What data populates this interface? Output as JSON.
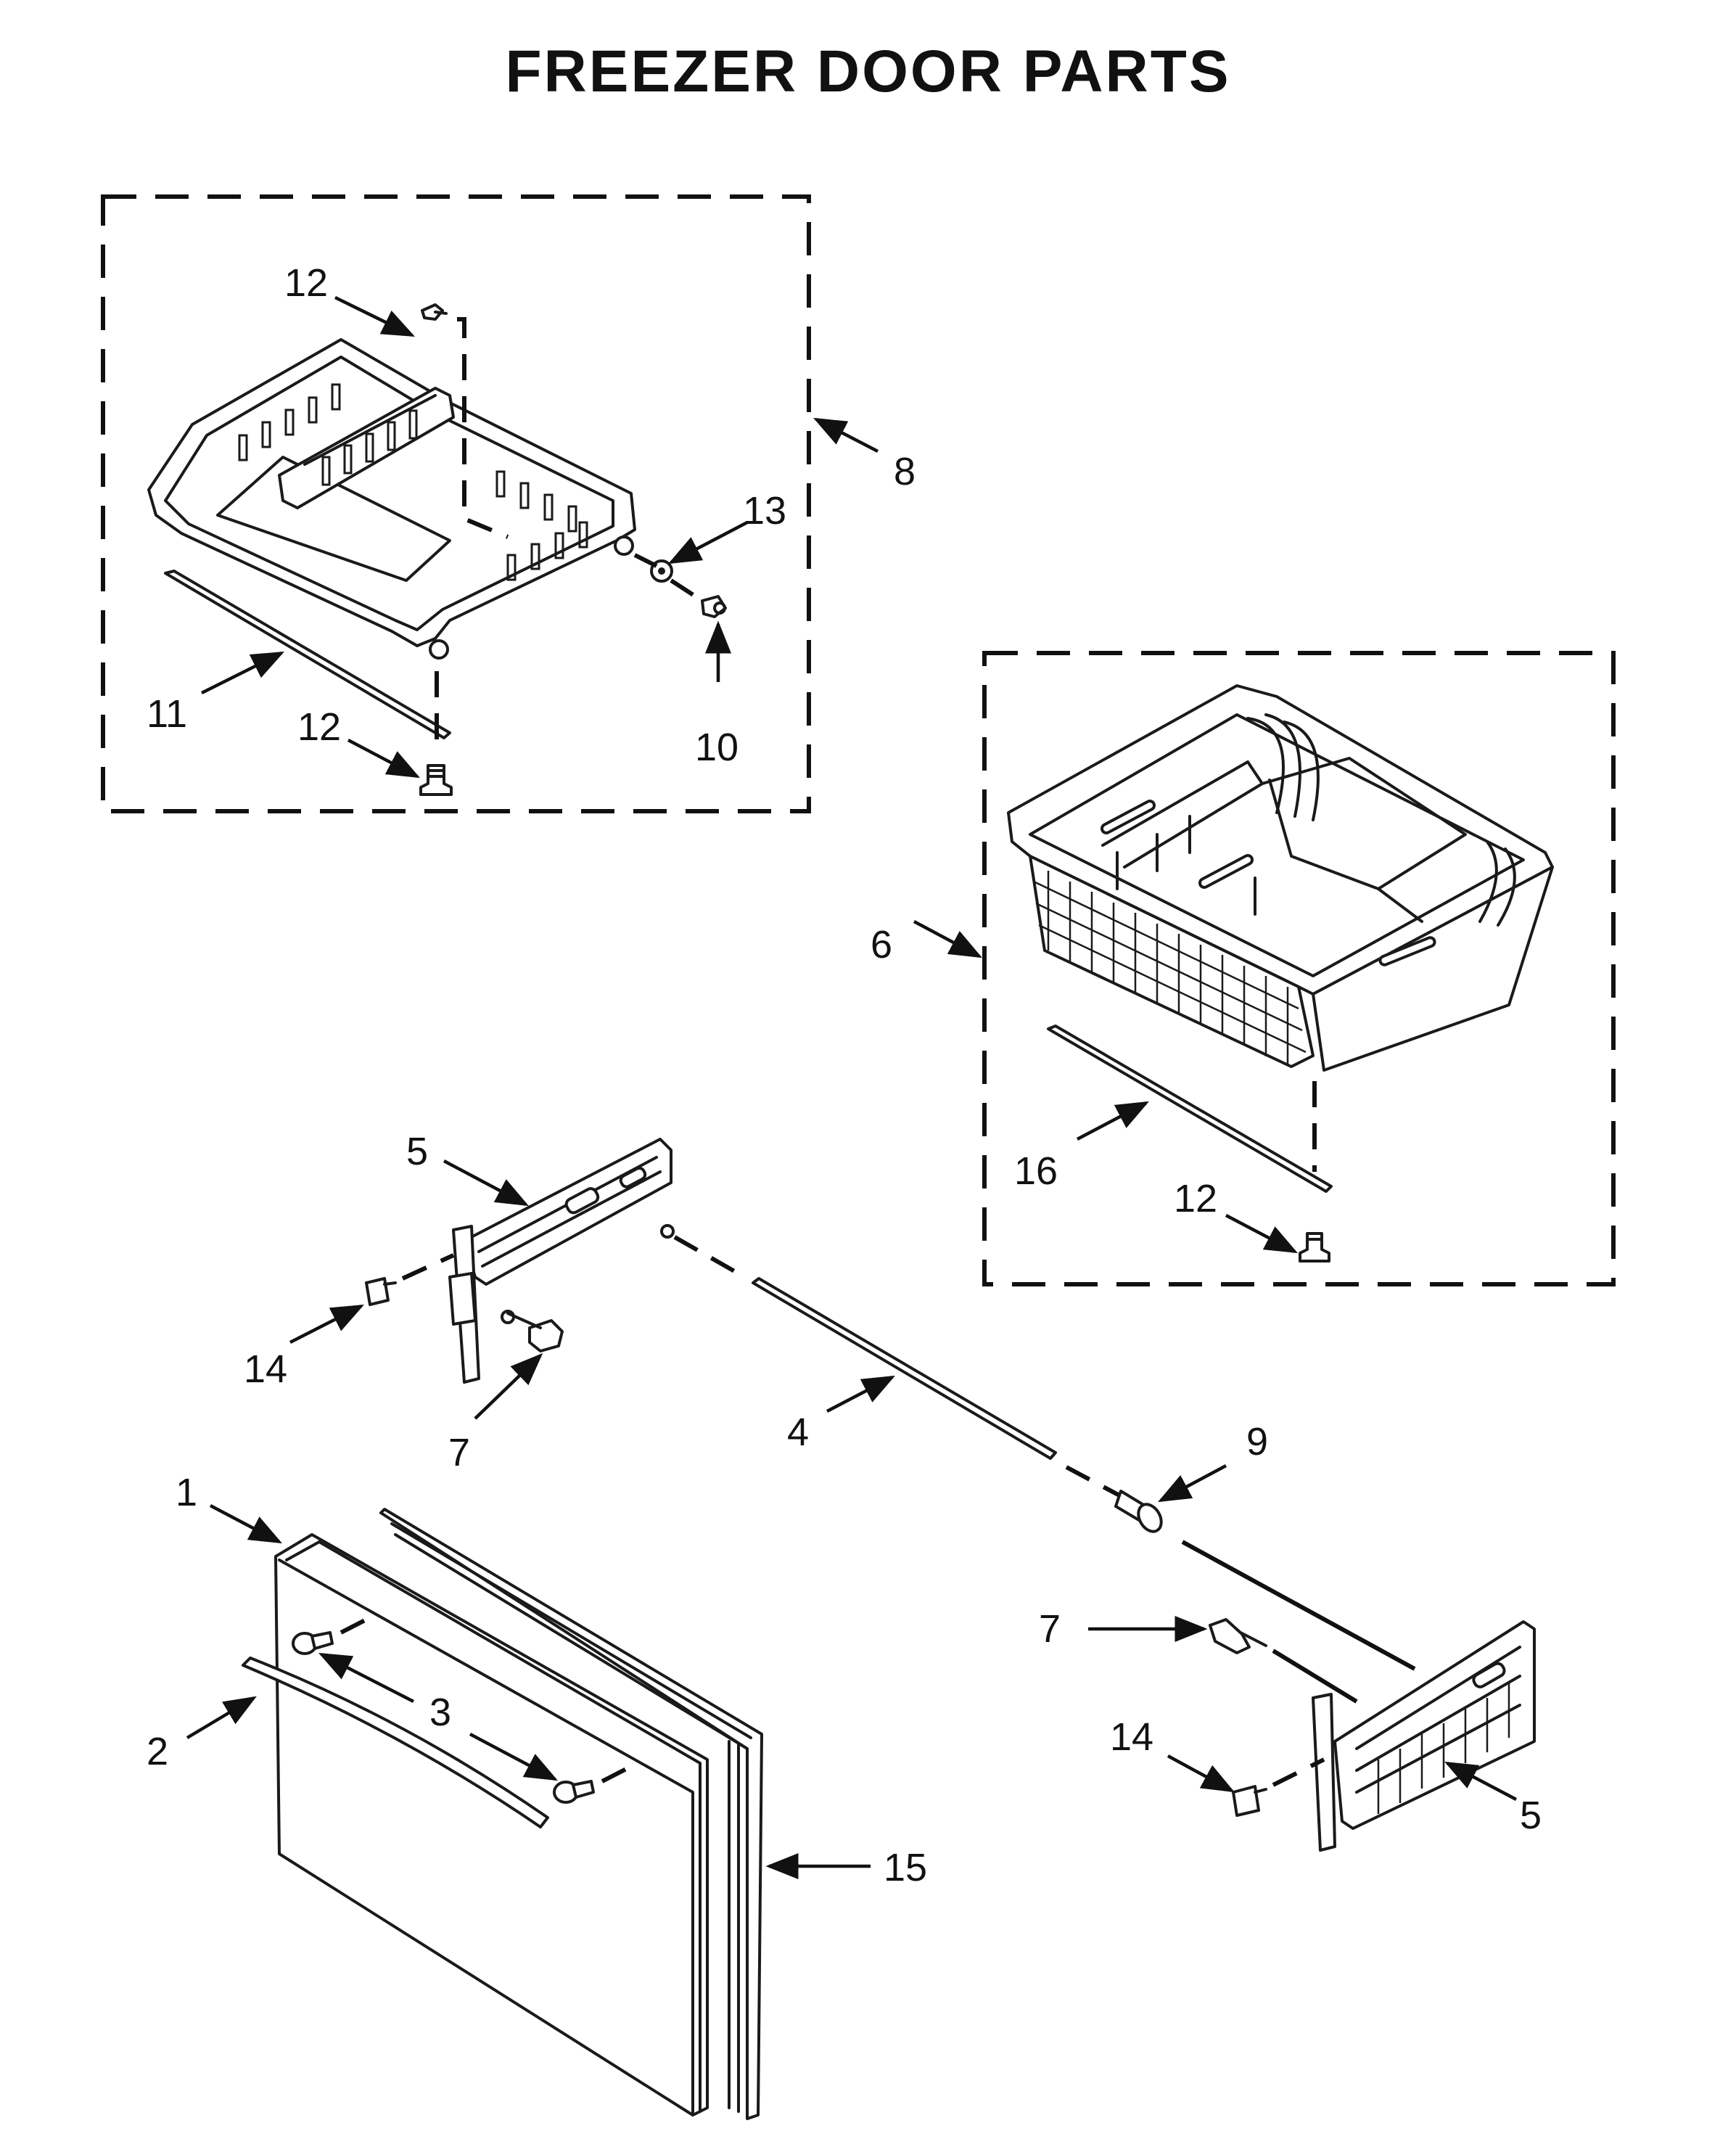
{
  "title": "FREEZER DOOR PARTS",
  "callouts": [
    {
      "id": "c12a",
      "label": "12"
    },
    {
      "id": "c8",
      "label": "8"
    },
    {
      "id": "c13",
      "label": "13"
    },
    {
      "id": "c11",
      "label": "11"
    },
    {
      "id": "c12b",
      "label": "12"
    },
    {
      "id": "c10",
      "label": "10"
    },
    {
      "id": "c6",
      "label": "6"
    },
    {
      "id": "c16",
      "label": "16"
    },
    {
      "id": "c12c",
      "label": "12"
    },
    {
      "id": "c5a",
      "label": "5"
    },
    {
      "id": "c14a",
      "label": "14"
    },
    {
      "id": "c7a",
      "label": "7"
    },
    {
      "id": "c4",
      "label": "4"
    },
    {
      "id": "c9",
      "label": "9"
    },
    {
      "id": "c1",
      "label": "1"
    },
    {
      "id": "c7b",
      "label": "7"
    },
    {
      "id": "c3",
      "label": "3"
    },
    {
      "id": "c2",
      "label": "2"
    },
    {
      "id": "c14b",
      "label": "14"
    },
    {
      "id": "c5b",
      "label": "5"
    },
    {
      "id": "c15",
      "label": "15"
    }
  ]
}
